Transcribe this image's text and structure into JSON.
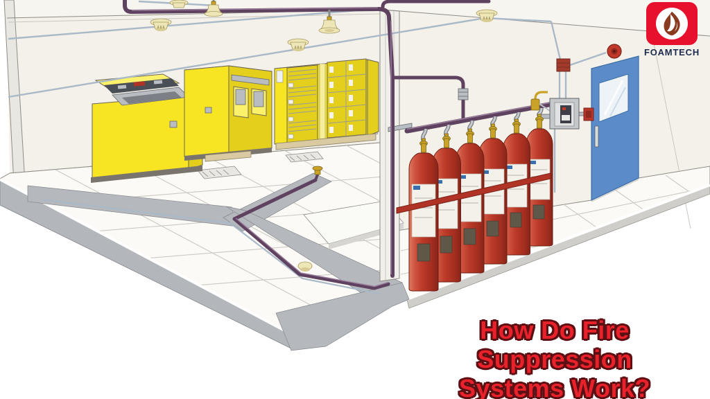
{
  "logo": {
    "brand": "FOAMTECH",
    "badge_color": "#e8112d",
    "flame_color": "#8a3a1e",
    "text_color": "#1c2b4d"
  },
  "title": {
    "line1": "How Do Fire Suppression",
    "line2": "Systems Work?",
    "color": "#e8212b",
    "outline_color": "#5d1013"
  },
  "scene": {
    "description": "Isometric cutaway illustration of a computer room protected by a gaseous fire suppression system with raised-floor piping",
    "colors": {
      "wall": "#f4f1ea",
      "ceiling": "#f7f5f0",
      "floor_tile": "#fbfaf7",
      "subfloor_gray": "#b5b8bc",
      "platform_side": "#b3b6ba",
      "pipe_purple": "#5f4260",
      "pipe_highlight": "#9b7f9c",
      "conduit_blue": "#a9b9c8",
      "cabinet_yellow": "#f7e524",
      "cylinder_red": "#bc3a29",
      "door_blue": "#5b8cc9",
      "alarm_red": "#c0392b",
      "brass": "#c9a227",
      "silver": "#b9bec4"
    },
    "components": {
      "ceiling_smoke_detectors": 4,
      "ceiling_discharge_nozzles": 2,
      "underfloor_smoke_detectors": 1,
      "underfloor_discharge_nozzles": 1,
      "agent_cylinders": 6,
      "cylinder_manifold": 1,
      "equipment_cabinets": 3,
      "floor_vents": 3,
      "alarm_bell": 1,
      "control_panel": 1,
      "manual_station": 1,
      "door": 1
    }
  }
}
